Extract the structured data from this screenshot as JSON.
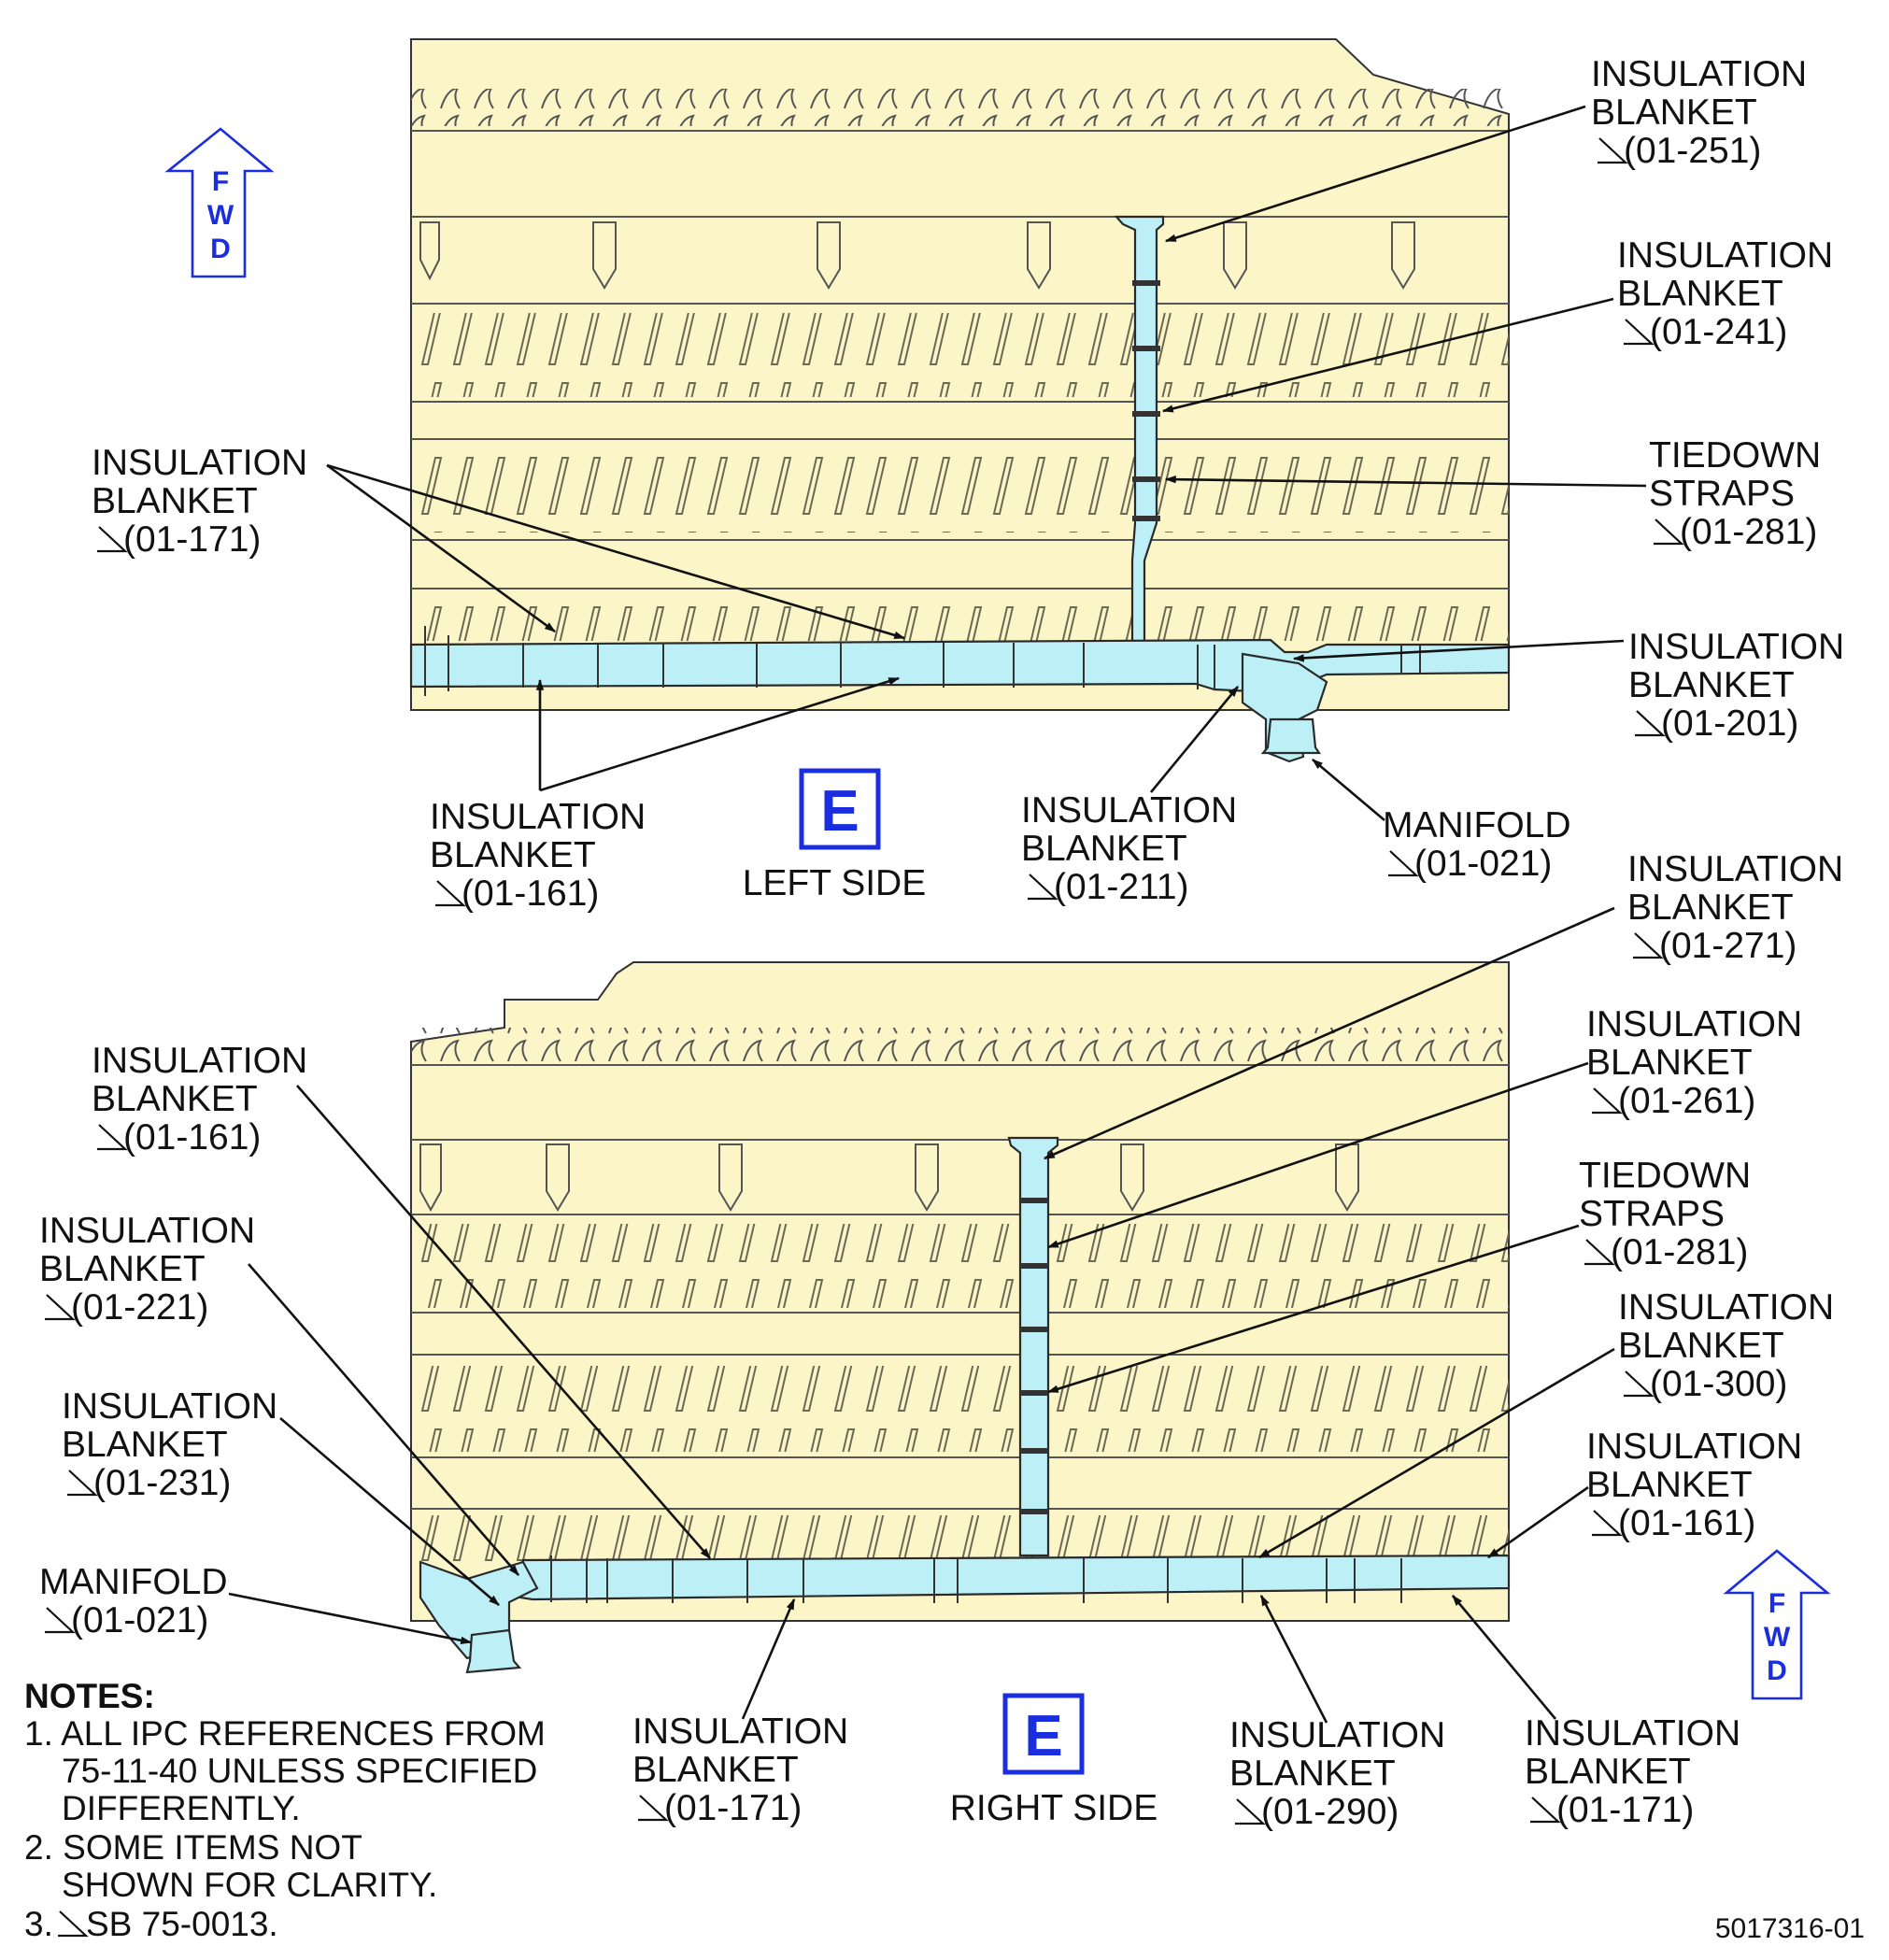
{
  "views": [
    {
      "id": "left",
      "view_letter": "E",
      "view_title": "LEFT SIDE",
      "fwd_letters": [
        "F",
        "W",
        "D"
      ],
      "callouts": [
        {
          "key": "c251",
          "lines": [
            "INSULATION",
            "BLANKET"
          ],
          "ref": "(01-251)"
        },
        {
          "key": "c241",
          "lines": [
            "INSULATION",
            "BLANKET"
          ],
          "ref": "(01-241)"
        },
        {
          "key": "c281",
          "lines": [
            "TIEDOWN",
            "STRAPS"
          ],
          "ref": "(01-281)"
        },
        {
          "key": "c171",
          "lines": [
            "INSULATION",
            "BLANKET"
          ],
          "ref": "(01-171)"
        },
        {
          "key": "c201",
          "lines": [
            "INSULATION",
            "BLANKET"
          ],
          "ref": "(01-201)"
        },
        {
          "key": "c161",
          "lines": [
            "INSULATION",
            "BLANKET"
          ],
          "ref": "(01-161)"
        },
        {
          "key": "c211",
          "lines": [
            "INSULATION",
            "BLANKET"
          ],
          "ref": "(01-211)"
        },
        {
          "key": "c021",
          "lines": [
            "MANIFOLD"
          ],
          "ref": "(01-021)"
        }
      ]
    },
    {
      "id": "right",
      "view_letter": "E",
      "view_title": "RIGHT SIDE",
      "fwd_letters": [
        "F",
        "W",
        "D"
      ],
      "callouts": [
        {
          "key": "c271",
          "lines": [
            "INSULATION",
            "BLANKET"
          ],
          "ref": "(01-271)"
        },
        {
          "key": "c261",
          "lines": [
            "INSULATION",
            "BLANKET"
          ],
          "ref": "(01-261)"
        },
        {
          "key": "c281",
          "lines": [
            "TIEDOWN",
            "STRAPS"
          ],
          "ref": "(01-281)"
        },
        {
          "key": "c300",
          "lines": [
            "INSULATION",
            "BLANKET"
          ],
          "ref": "(01-300)"
        },
        {
          "key": "c161b",
          "lines": [
            "INSULATION",
            "BLANKET"
          ],
          "ref": "(01-161)"
        },
        {
          "key": "c161",
          "lines": [
            "INSULATION",
            "BLANKET"
          ],
          "ref": "(01-161)"
        },
        {
          "key": "c221",
          "lines": [
            "INSULATION",
            "BLANKET"
          ],
          "ref": "(01-221)"
        },
        {
          "key": "c231",
          "lines": [
            "INSULATION",
            "BLANKET"
          ],
          "ref": "(01-231)"
        },
        {
          "key": "c021",
          "lines": [
            "MANIFOLD"
          ],
          "ref": "(01-021)"
        },
        {
          "key": "c171",
          "lines": [
            "INSULATION",
            "BLANKET"
          ],
          "ref": "(01-171)"
        },
        {
          "key": "c290",
          "lines": [
            "INSULATION",
            "BLANKET"
          ],
          "ref": "(01-290)"
        },
        {
          "key": "c171b",
          "lines": [
            "INSULATION",
            "BLANKET"
          ],
          "ref": "(01-171)"
        }
      ]
    }
  ],
  "notes": {
    "heading": "NOTES:",
    "items": [
      [
        "1. ALL IPC REFERENCES FROM",
        "75-11-40 UNLESS SPECIFIED",
        "DIFFERENTLY."
      ],
      [
        "2. SOME ITEMS NOT",
        "SHOWN FOR CLARITY."
      ],
      [
        "3. ",
        "SB 75-0013."
      ]
    ]
  },
  "drawing_number": "5017316-01",
  "colors": {
    "panel": "#fbf5c8",
    "pipe": "#bdf0f6",
    "accent": "#1a2ee0",
    "ink": "#111111"
  },
  "icons": [
    "fwd-arrow-icon",
    "effectivity-triangle-icon",
    "view-box-icon"
  ]
}
